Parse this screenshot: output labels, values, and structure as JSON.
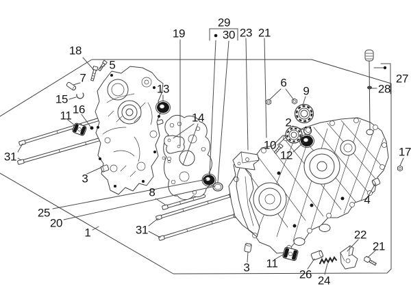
{
  "colors": {
    "background": "#ffffff",
    "line_art": "#3f3f3f",
    "label_text": "#141414"
  },
  "callout_labels": {
    "n1": "1",
    "n2": "2",
    "n3": "3",
    "n4": "4",
    "n5": "5",
    "n6": "6",
    "n7": "7",
    "n8": "8",
    "n9": "9",
    "n10": "10",
    "n11": "11",
    "n12": "12",
    "n13": "13",
    "n14": "14",
    "n15": "15",
    "n16": "16",
    "n17": "17",
    "n18": "18",
    "n19": "19",
    "n20": "20",
    "n21": "21",
    "n22": "22",
    "n23": "23",
    "n24": "24",
    "n25": "25",
    "n26": "26",
    "n27": "27",
    "n28": "28",
    "n29": "29",
    "n30": "30",
    "n31": "31"
  }
}
